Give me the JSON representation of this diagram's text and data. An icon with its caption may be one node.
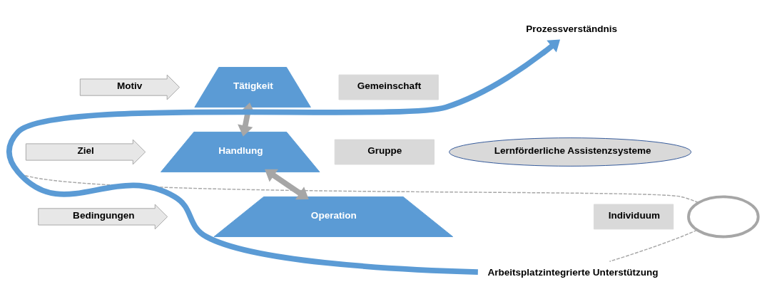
{
  "diagram": {
    "nodes": [
      {
        "text": [
          "Motiv"
        ]
      },
      {
        "text": [
          "Tätigkeit"
        ]
      },
      {
        "text": [
          "Gemeinschaft"
        ]
      },
      {
        "text": [
          "Ziel"
        ]
      },
      {
        "text": [
          "Handlung"
        ]
      },
      {
        "text": [
          "Gruppe"
        ]
      },
      {
        "text": [
          "Bedingungen"
        ]
      },
      {
        "text": [
          "Operation"
        ]
      },
      {
        "text": [
          "Individuum"
        ]
      },
      {
        "text": [],
        "shape": "ellipse"
      },
      {
        "text": [
          "Prozessverständnis"
        ]
      },
      {
        "text": [
          "Lernförderliche Assistenzsysteme"
        ]
      },
      {
        "text": [
          "Arbeitsplatzintegrierte Unterstützung"
        ]
      }
    ],
    "edges": [
      {
        "from": 1,
        "to": 4,
        "arrow": "both"
      },
      {
        "from": 4,
        "to": 7,
        "arrow": "both"
      },
      {
        "from": 9,
        "to": 10,
        "arrow": "none",
        "style": "dashed"
      },
      {
        "from": 9,
        "to": 12,
        "arrow": "none",
        "style": "dashed"
      },
      {
        "from": 12,
        "to": 10,
        "arrow": "to",
        "color": "#5b9bd5"
      }
    ]
  }
}
